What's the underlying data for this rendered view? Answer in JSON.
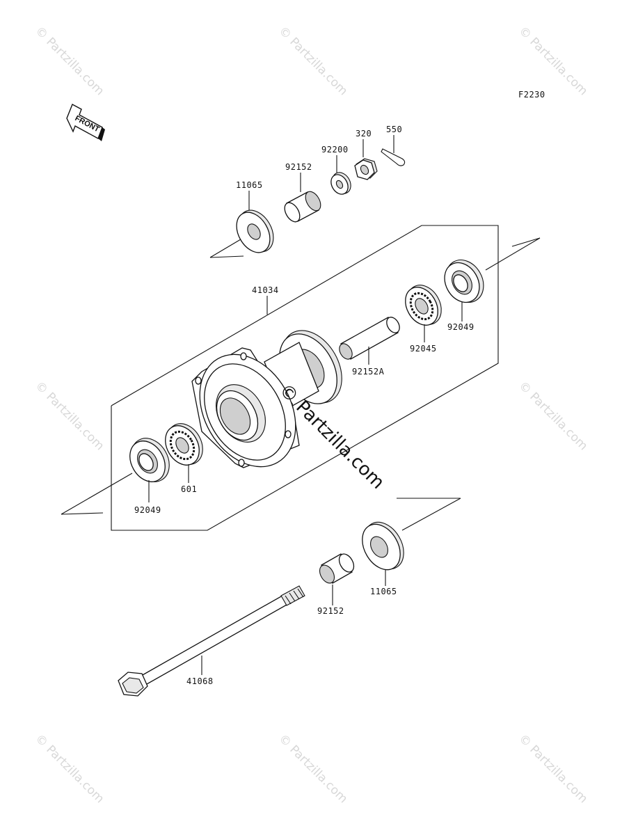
{
  "figure_code": "F2230",
  "front_badge": "FRONT",
  "watermark": "© Partzilla.com",
  "watermark_center": "© Partzilla.com",
  "parts": {
    "washer_top": "11065",
    "collar_top": "92152",
    "washer_92200": "92200",
    "nut": "320",
    "cotter_pin": "550",
    "hub": "41034",
    "seal_right": "92049",
    "bearing_right": "92045",
    "collar_long": "92152A",
    "bearing_left": "601",
    "seal_left": "92049",
    "washer_bottom": "11065",
    "collar_bottom": "92152",
    "axle": "41068"
  }
}
